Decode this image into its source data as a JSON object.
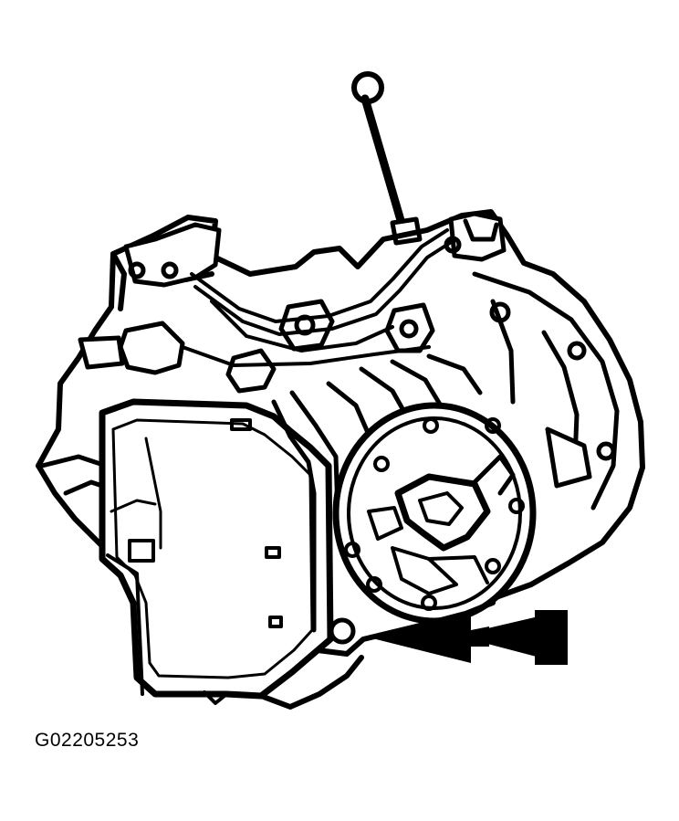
{
  "figure": {
    "subject_icon": "transaxle-assembly-illustration",
    "pointer_icon": "double-arrow-pointer",
    "figure_id": "G02205253",
    "ink_color": "#000000",
    "paper_color": "#ffffff"
  }
}
